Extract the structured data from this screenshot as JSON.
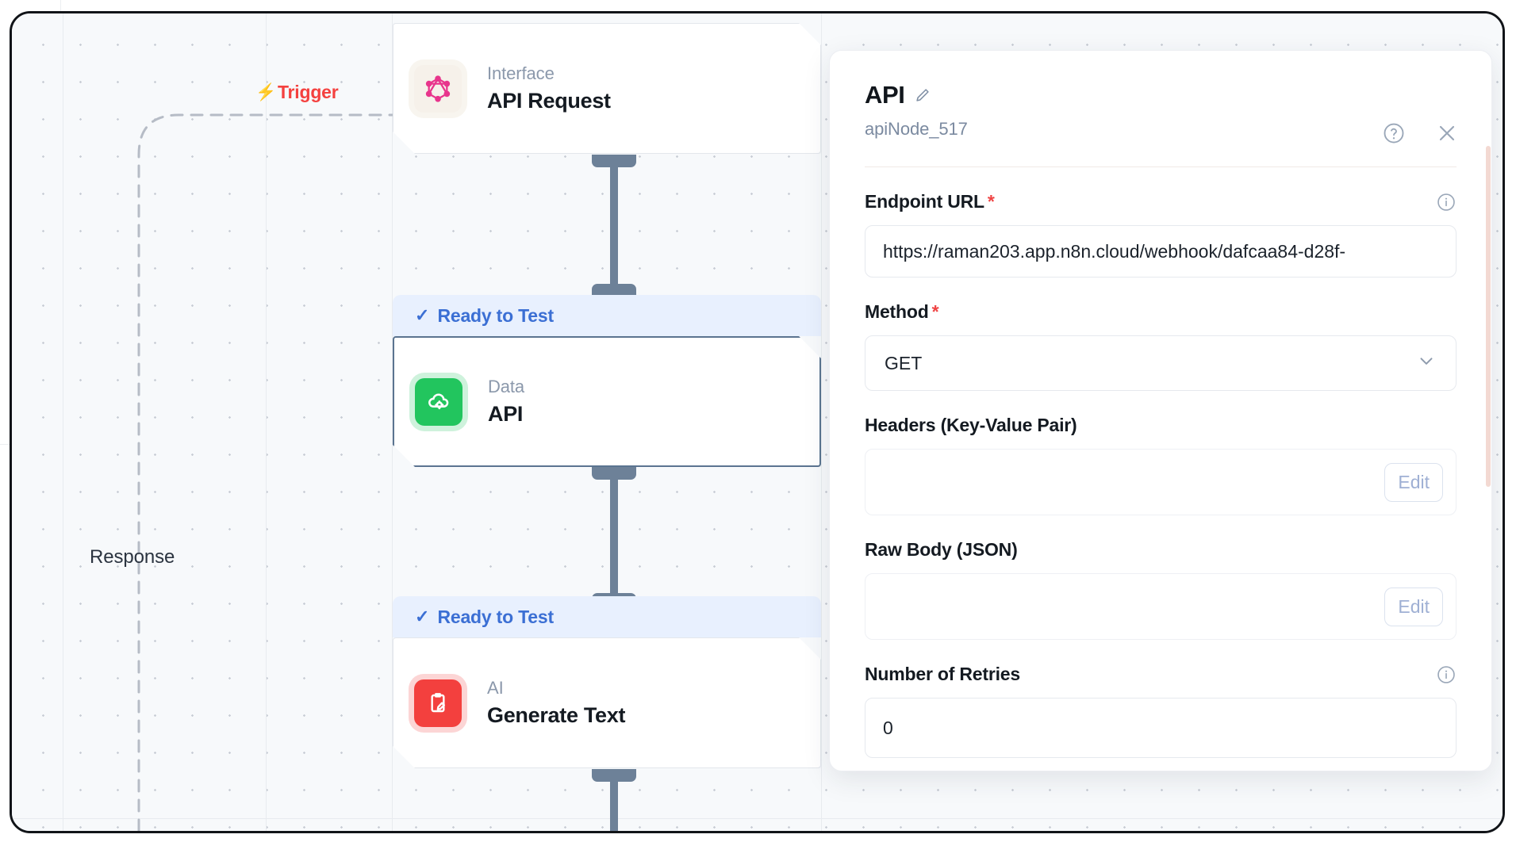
{
  "canvas": {
    "trigger_label": "Trigger",
    "trigger_icon": "bolt-icon",
    "trigger_color": "#f4413f",
    "response_label": "Response",
    "nodes": [
      {
        "status": "",
        "kind": "Interface",
        "name": "API Request",
        "icon": "graphql-icon",
        "icon_color": "#e8358c",
        "selected": false
      },
      {
        "status": "Ready to Test",
        "kind": "Data",
        "name": "API",
        "icon": "cloud-gear-icon",
        "icon_color": "#22c55e",
        "selected": true
      },
      {
        "status": "Ready to Test",
        "kind": "AI",
        "name": "Generate Text",
        "icon": "clipboard-pencil-icon",
        "icon_color": "#f3403e",
        "selected": false
      }
    ],
    "status_accent": "#3b6fd4"
  },
  "panel": {
    "title": "API",
    "edit_icon": "pencil-icon",
    "subtitle": "apiNode_517",
    "help_icon": "help-circle-icon",
    "close_icon": "close-icon",
    "fields": {
      "endpoint": {
        "label": "Endpoint URL",
        "required": "*",
        "value": "https://raman203.app.n8n.cloud/webhook/dafcaa84-d28f-",
        "info_icon": "info-icon"
      },
      "method": {
        "label": "Method",
        "required": "*",
        "value": "GET",
        "chevron_icon": "chevron-down-icon"
      },
      "headers": {
        "label": "Headers (Key-Value Pair)",
        "value": "",
        "edit_label": "Edit"
      },
      "raw_body": {
        "label": "Raw Body (JSON)",
        "value": "",
        "edit_label": "Edit"
      },
      "retries": {
        "label": "Number of Retries",
        "value": "0",
        "info_icon": "info-icon"
      }
    }
  }
}
